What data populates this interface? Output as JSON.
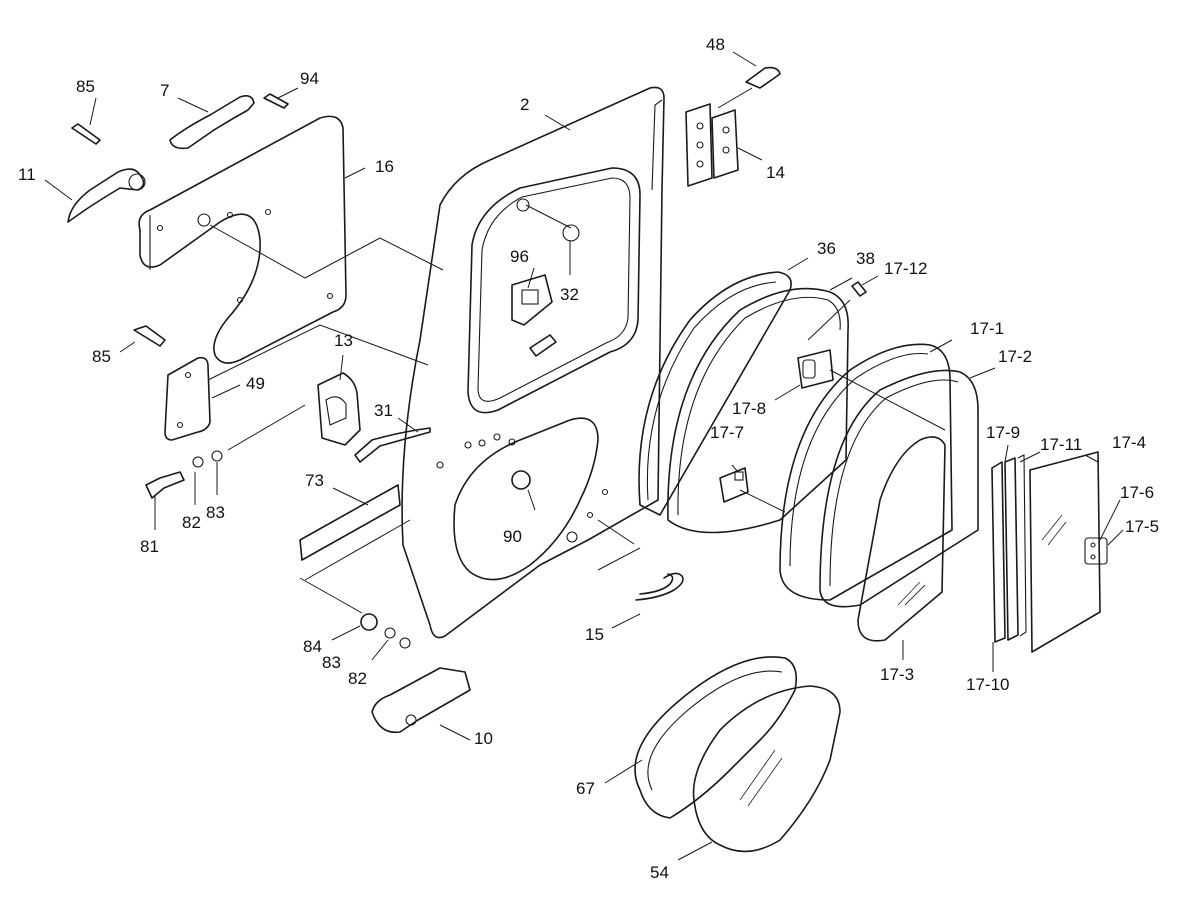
{
  "callouts": [
    {
      "id": "c2",
      "text": "2"
    },
    {
      "id": "c7",
      "text": "7"
    },
    {
      "id": "c10",
      "text": "10"
    },
    {
      "id": "c11",
      "text": "11"
    },
    {
      "id": "c13",
      "text": "13"
    },
    {
      "id": "c14",
      "text": "14"
    },
    {
      "id": "c15",
      "text": "15"
    },
    {
      "id": "c16",
      "text": "16"
    },
    {
      "id": "c31",
      "text": "31"
    },
    {
      "id": "c32",
      "text": "32"
    },
    {
      "id": "c36",
      "text": "36"
    },
    {
      "id": "c38",
      "text": "38"
    },
    {
      "id": "c48",
      "text": "48"
    },
    {
      "id": "c49",
      "text": "49"
    },
    {
      "id": "c54",
      "text": "54"
    },
    {
      "id": "c67",
      "text": "67"
    },
    {
      "id": "c73",
      "text": "73"
    },
    {
      "id": "c81",
      "text": "81"
    },
    {
      "id": "c82a",
      "text": "82"
    },
    {
      "id": "c82b",
      "text": "82"
    },
    {
      "id": "c83a",
      "text": "83"
    },
    {
      "id": "c83b",
      "text": "83"
    },
    {
      "id": "c84",
      "text": "84"
    },
    {
      "id": "c85a",
      "text": "85"
    },
    {
      "id": "c85b",
      "text": "85"
    },
    {
      "id": "c90",
      "text": "90"
    },
    {
      "id": "c94",
      "text": "94"
    },
    {
      "id": "c96",
      "text": "96"
    },
    {
      "id": "c17_1",
      "text": "17-1"
    },
    {
      "id": "c17_2",
      "text": "17-2"
    },
    {
      "id": "c17_3",
      "text": "17-3"
    },
    {
      "id": "c17_4",
      "text": "17-4"
    },
    {
      "id": "c17_5",
      "text": "17-5"
    },
    {
      "id": "c17_6",
      "text": "17-6"
    },
    {
      "id": "c17_7",
      "text": "17-7"
    },
    {
      "id": "c17_8",
      "text": "17-8"
    },
    {
      "id": "c17_9",
      "text": "17-9"
    },
    {
      "id": "c17_10",
      "text": "17-10"
    },
    {
      "id": "c17_11",
      "text": "17-11"
    },
    {
      "id": "c17_12",
      "text": "17-12"
    }
  ]
}
